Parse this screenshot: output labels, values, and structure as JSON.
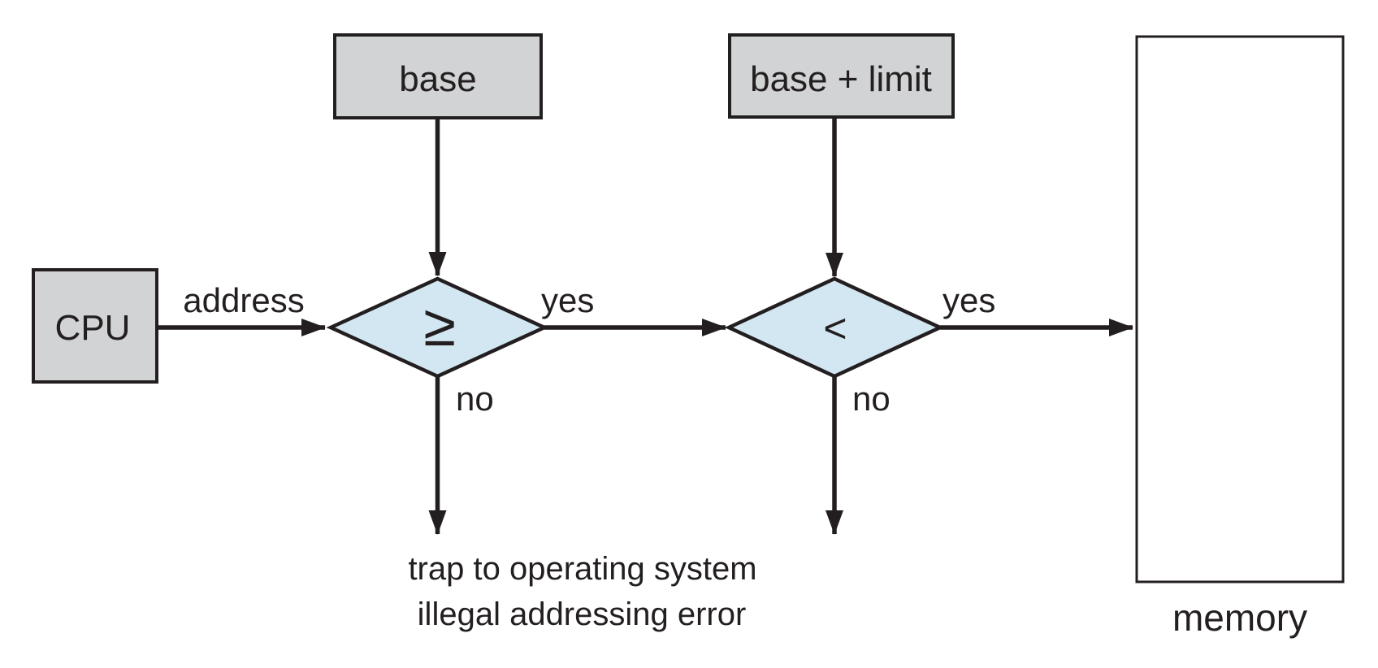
{
  "nodes": {
    "cpu": {
      "label": "CPU"
    },
    "base_register": {
      "label": "base"
    },
    "base_plus_limit_register": {
      "label": "base + limit"
    },
    "ge_decision": {
      "symbol": "≥"
    },
    "lt_decision": {
      "symbol": "<"
    },
    "memory": {
      "label": "memory"
    }
  },
  "edge_labels": {
    "address": "address",
    "yes_first": "yes",
    "yes_second": "yes",
    "no_first": "no",
    "no_second": "no"
  },
  "trap": {
    "line1": "trap to operating system",
    "line2": "illegal addressing error"
  },
  "colors": {
    "background": "#ffffff",
    "box_fill": "#d1d3d4",
    "diamond_fill": "#d3e7f2",
    "stroke": "#231f20",
    "text": "#231f20"
  }
}
